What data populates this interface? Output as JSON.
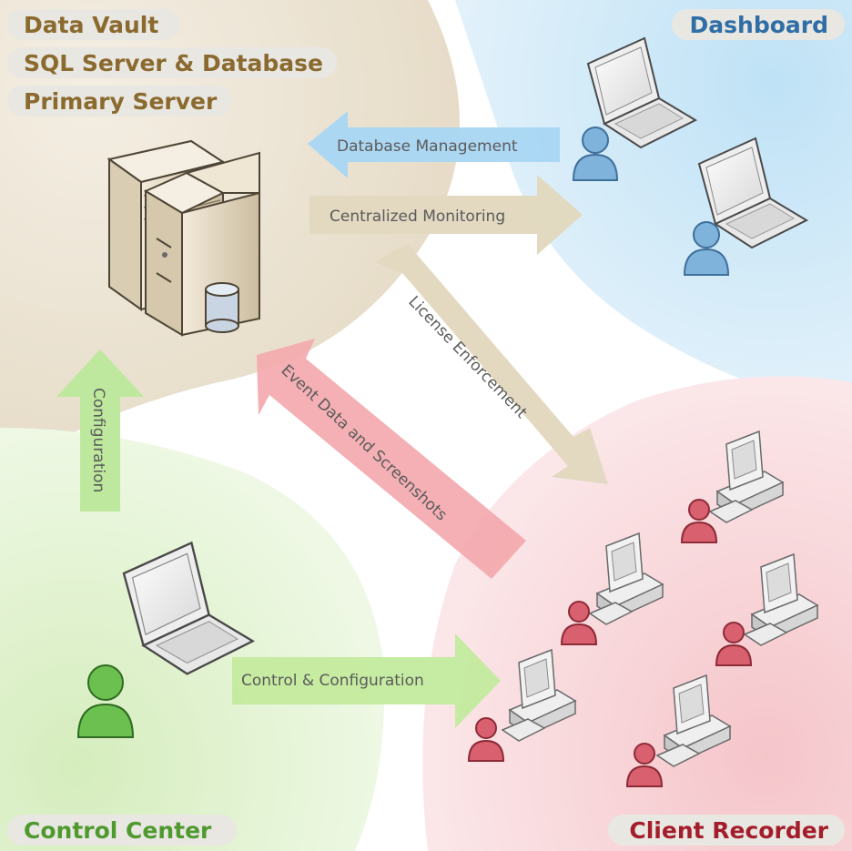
{
  "labels": {
    "data_vault": "Data Vault",
    "sql_server": "SQL Server & Database",
    "primary_server": "Primary Server",
    "dashboard": "Dashboard",
    "control_center": "Control Center",
    "client_recorder": "Client Recorder"
  },
  "arrows": {
    "database_management": "Database Management",
    "centralized_monitoring": "Centralized Monitoring",
    "license_enforcement": "License Enforcement",
    "event_data": "Event Data and Screenshots",
    "configuration": "Configuration",
    "control_configuration": "Control & Configuration"
  },
  "colors": {
    "server_zone": "#ede6d8",
    "dashboard_zone": "#cfe8f7",
    "control_zone": "#e1f2cf",
    "client_zone": "#f8d9dc",
    "db_arrow": "#a8d5f2",
    "monitor_arrow": "#e0d6bd",
    "event_arrow": "#f3a9ae",
    "config_arrow": "#b8e69a"
  }
}
